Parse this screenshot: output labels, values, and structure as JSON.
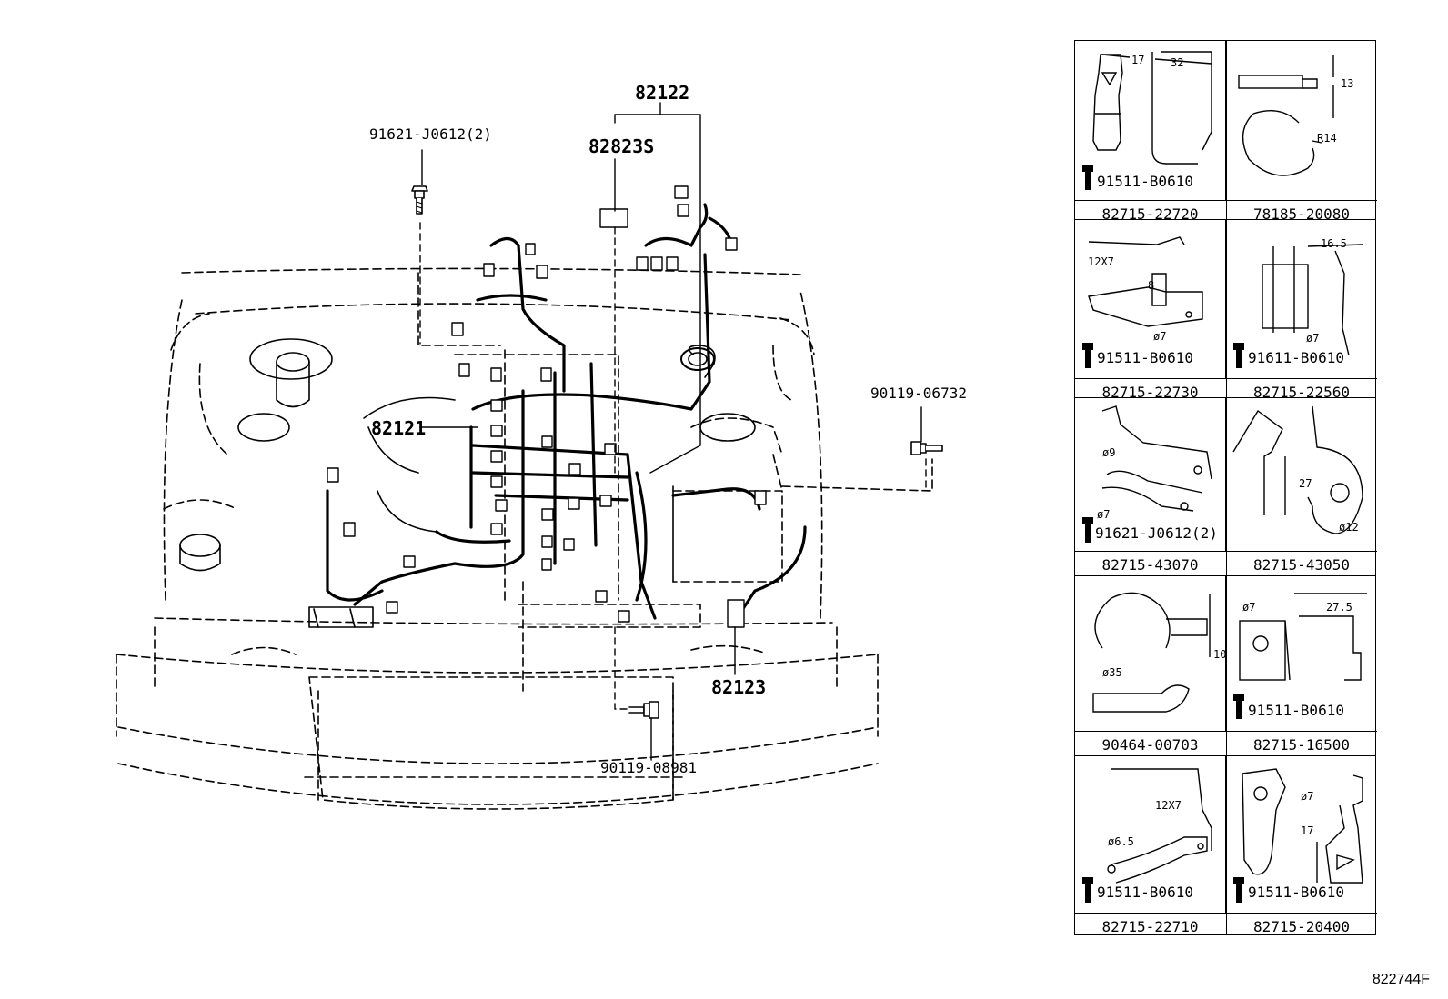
{
  "main_diagram": {
    "callouts": {
      "harness_main": "82122",
      "clamp_set": "82823S",
      "bolt_top": "91621-J0612(2)",
      "harness_left": "82121",
      "bolt_right": "90119-06732",
      "harness_bottom": "82123",
      "bolt_bottom": "90119-08981"
    }
  },
  "parts_table": {
    "cells": [
      {
        "part": "82715-22720",
        "bolt": "91511-B0610",
        "dims": [
          "17",
          "32"
        ]
      },
      {
        "part": "78185-20080",
        "bolt": "",
        "dims": [
          "13",
          "R14"
        ]
      },
      {
        "part": "82715-22730",
        "bolt": "91511-B0610",
        "dims": [
          "12X7",
          "8",
          "ø7"
        ]
      },
      {
        "part": "82715-22560",
        "bolt": "91611-B0610",
        "dims": [
          "16.5",
          "ø7"
        ]
      },
      {
        "part": "82715-43070",
        "bolt": "91621-J0612(2)",
        "dims": [
          "ø9",
          "ø7"
        ]
      },
      {
        "part": "82715-43050",
        "bolt": "",
        "dims": [
          "27",
          "ø12"
        ]
      },
      {
        "part": "90464-00703",
        "bolt": "",
        "dims": [
          "10",
          "ø35"
        ]
      },
      {
        "part": "82715-16500",
        "bolt": "91511-B0610",
        "dims": [
          "ø7",
          "27.5"
        ]
      },
      {
        "part": "82715-22710",
        "bolt": "91511-B0610",
        "dims": [
          "12X7",
          "ø6.5"
        ]
      },
      {
        "part": "82715-20400",
        "bolt": "91511-B0610",
        "dims": [
          "ø7",
          "17"
        ]
      }
    ]
  },
  "figure_id": "822744F"
}
